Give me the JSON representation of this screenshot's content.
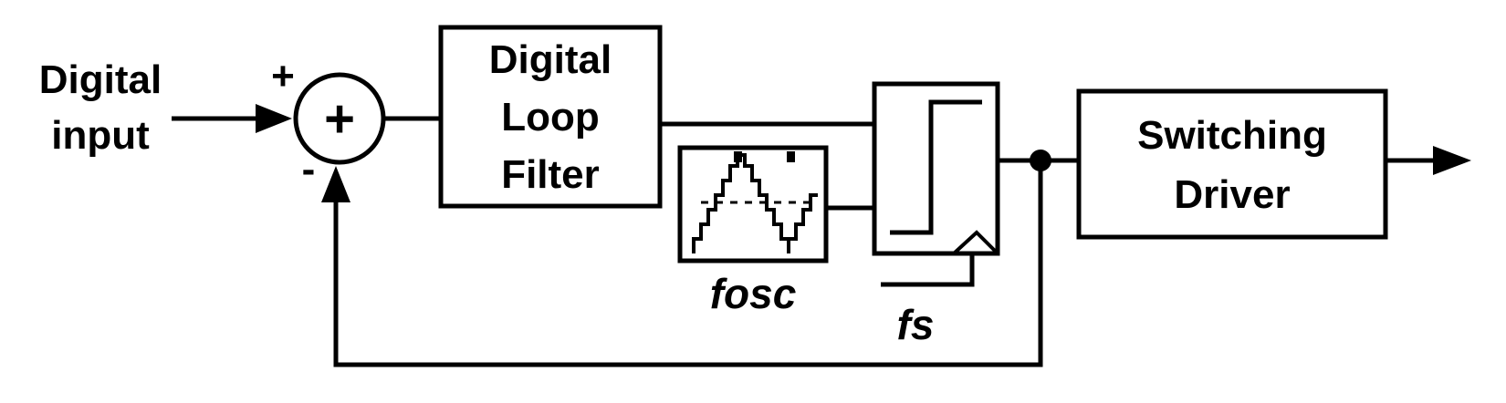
{
  "input_label": {
    "line1": "Digital",
    "line2": "input"
  },
  "summer": {
    "plus_sign": "+",
    "minus_sign": "-",
    "center_symbol": "+"
  },
  "loop_filter": {
    "line1": "Digital",
    "line2": "Loop",
    "line3": "Filter"
  },
  "oscillator_label": "fosc",
  "clock_label": "fs",
  "driver": {
    "line1": "Switching",
    "line2": "Driver"
  },
  "colors": {
    "stroke": "#000000",
    "background": "#ffffff"
  }
}
